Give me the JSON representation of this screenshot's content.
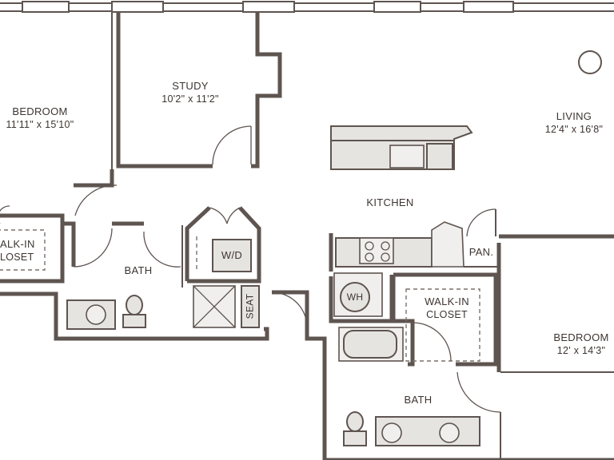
{
  "rooms": {
    "bedroom_left": {
      "name": "BEDROOM",
      "dims": "11'11\" x 15'10\""
    },
    "study": {
      "name": "STUDY",
      "dims": "10'2\" x 11'2\""
    },
    "living": {
      "name": "LIVING",
      "dims": "12'4\" x 16'8\""
    },
    "kitchen": {
      "name": "KITCHEN"
    },
    "walkin_left": {
      "name": "ALK-IN",
      "sub": "LOSET"
    },
    "bath_left": {
      "name": "BATH"
    },
    "wd": {
      "name": "W/D"
    },
    "seat": {
      "name": "SEAT"
    },
    "wh": {
      "name": "WH"
    },
    "pantry": {
      "name": "PAN."
    },
    "walkin_right": {
      "name": "WALK-IN",
      "sub": "CLOSET"
    },
    "bedroom_right": {
      "name": "BEDROOM",
      "dims": "12' x 14'3\""
    },
    "bath_right": {
      "name": "BATH"
    }
  },
  "colors": {
    "wall": "#5e5450",
    "fixture_fill": "#e6e4e1",
    "text": "#3d3532",
    "background": "#ffffff"
  }
}
